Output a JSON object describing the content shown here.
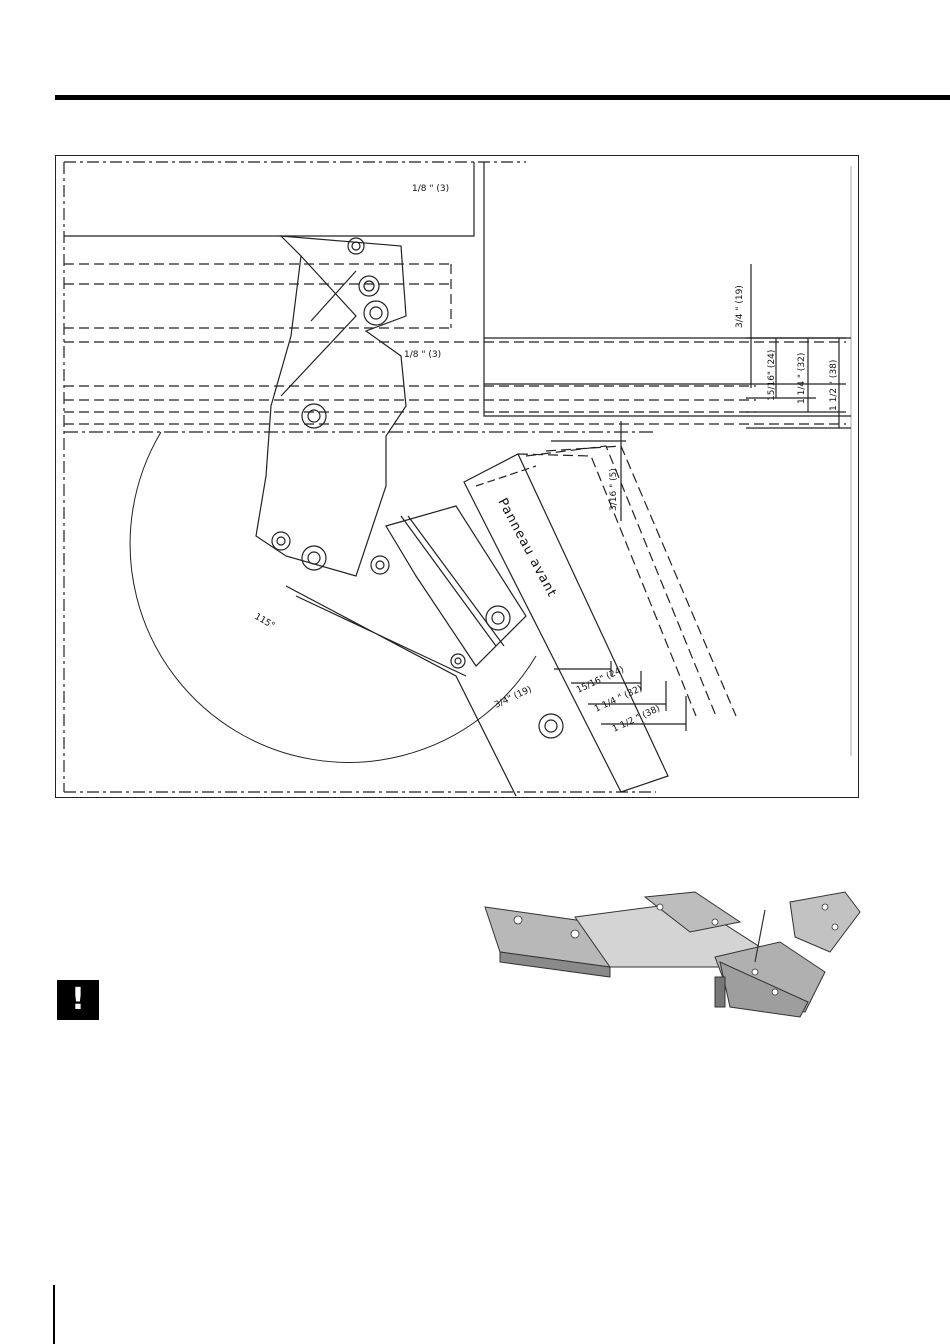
{
  "diagram": {
    "dimensions": {
      "gap_top": "1/8 \" (3)",
      "gap_mid": "1/8 \" (3)",
      "carcass_thickness": "3/4 \" (19)",
      "overlay_1516": "15/16\" (24)",
      "overlay_114": "1 1/4 \" (32)",
      "overlay_112": "1 1/2 \" (38)",
      "offset_316": "3/16 \" (5)",
      "door_thickness": "3/4\" (19)",
      "door_1516": "15/16\" (24)",
      "door_114": "1 1/4 \" (32)",
      "door_112": "1 1/2 \" (38)"
    },
    "angle": "115°",
    "panel_label": "Panneau avant"
  },
  "warning": {
    "symbol": "!"
  }
}
